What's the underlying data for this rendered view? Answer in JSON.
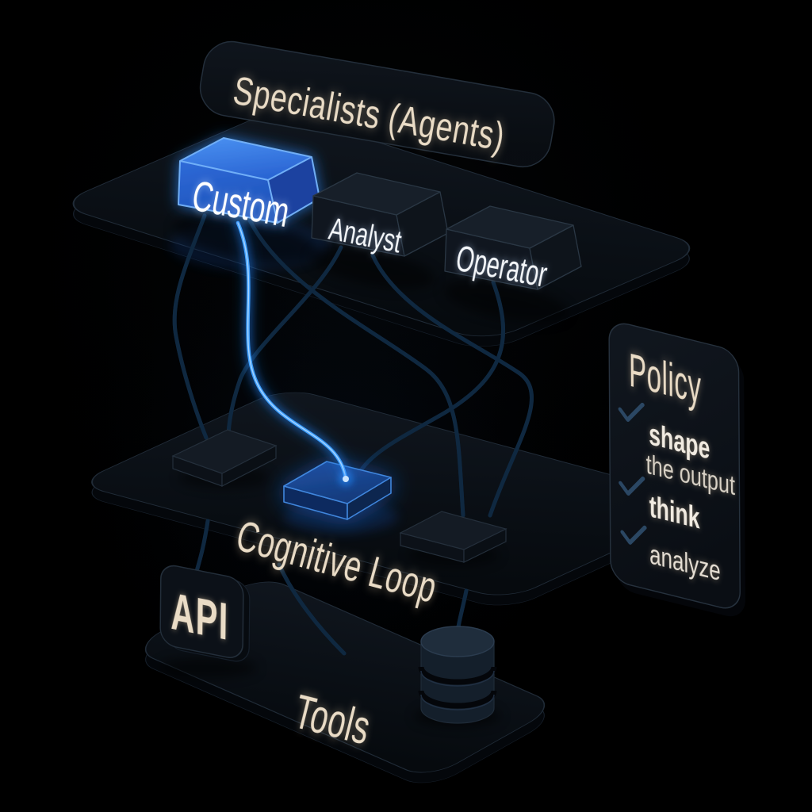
{
  "diagram": {
    "title": "Specialists (Agents)",
    "agents": [
      {
        "label": "Custom",
        "highlighted": true
      },
      {
        "label": "Analyst",
        "highlighted": false
      },
      {
        "label": "Operator",
        "highlighted": false
      }
    ],
    "cognitive_layer": {
      "label": "Cognitive Loop"
    },
    "tools_layer": {
      "label": "Tools",
      "api_label": "API"
    },
    "policy": {
      "title": "Policy",
      "items": [
        {
          "line1": "shape",
          "line2": "the output",
          "checked": true
        },
        {
          "line1": "think",
          "line2": "",
          "checked": true
        },
        {
          "line1": "analyze",
          "line2": "",
          "checked": true
        }
      ]
    },
    "icons": {
      "database": "database-icon",
      "checkmark": "checkmark-icon"
    },
    "colors": {
      "background": "#000000",
      "accent_blue": "#2e6fe0",
      "glow_blue": "#3fa0ff",
      "cream": "#eadcc6",
      "panel": "#0c1118"
    }
  }
}
